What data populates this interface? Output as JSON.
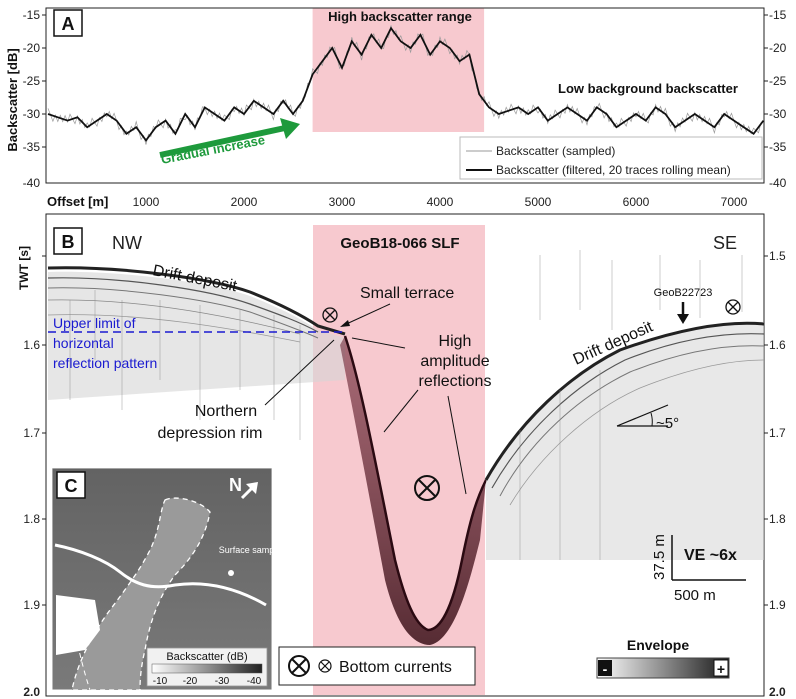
{
  "panel_a": {
    "letter": "A",
    "ylabel": "Backscatter [dB]",
    "y_ticks": [
      "-15",
      "-20",
      "-25",
      "-30",
      "-35",
      "-40"
    ],
    "high_range_label": "High backscatter range",
    "low_bg_label": "Low background backscatter",
    "gradual_label": "Gradual increase",
    "legend_sampled": "Backscatter (sampled)",
    "legend_filtered": "Backscatter (filtered, 20 traces rolling mean)",
    "colors": {
      "highlight": "#f7c9cf",
      "arrow": "#1e9a3c",
      "line": "#111111",
      "sampled": "#9a9a9a"
    }
  },
  "offset_axis": {
    "label": "Offset [m]",
    "ticks": [
      "1000",
      "2000",
      "3000",
      "4000",
      "5000",
      "6000",
      "7000"
    ]
  },
  "panel_b": {
    "letter": "B",
    "ylabel": "TWT [s]",
    "y_ticks": [
      "1.5",
      "1.6",
      "1.7",
      "1.8",
      "1.9",
      "2.0"
    ],
    "nw": "NW",
    "se": "SE",
    "title": "GeoB18-066 SLF",
    "drift_left": "Drift deposit",
    "drift_right": "Drift deposit",
    "small_terrace": "Small terrace",
    "high_amp_1": "High",
    "high_amp_2": "amplitude",
    "high_amp_3": "reflections",
    "upper_1": "Upper limit of",
    "upper_2": "horizontal",
    "upper_3": "reflection pattern",
    "rim_1": "Northern",
    "rim_2": "depression rim",
    "core": "GeoB22723",
    "angle": "~5°",
    "scale_v": "37.5 m",
    "scale_h": "500 m",
    "ve": "VE ~6x",
    "envelope": "Envelope",
    "env_minus": "-",
    "env_plus": "+",
    "bottom_currents": "Bottom currents",
    "colors": {
      "upper_limit": "#1a1ad0"
    }
  },
  "panel_c": {
    "letter": "C",
    "north": "N",
    "surface_sample": "Surface sample",
    "colorbar_title": "Backscatter (dB)",
    "colorbar_ticks": [
      "-10",
      "-20",
      "-30",
      "-40"
    ]
  },
  "chart_data": {
    "type": "line",
    "title": "",
    "xlabel": "Offset [m]",
    "ylabel": "Backscatter [dB]",
    "xlim": [
      0,
      7300
    ],
    "ylim": [
      -40,
      -15
    ],
    "grid": false,
    "legend": "bottom-right",
    "highlight_range": [
      2700,
      4450
    ],
    "series": [
      {
        "name": "Backscatter (filtered, 20 traces rolling mean)",
        "x": [
          0,
          100,
          200,
          300,
          400,
          500,
          600,
          700,
          800,
          900,
          1000,
          1100,
          1200,
          1300,
          1400,
          1500,
          1600,
          1700,
          1800,
          1900,
          2000,
          2100,
          2200,
          2300,
          2400,
          2500,
          2600,
          2700,
          2800,
          2900,
          3000,
          3100,
          3200,
          3300,
          3400,
          3500,
          3600,
          3700,
          3800,
          3900,
          4000,
          4100,
          4200,
          4300,
          4400,
          4500,
          4600,
          4700,
          4800,
          4900,
          5000,
          5100,
          5200,
          5300,
          5400,
          5500,
          5600,
          5700,
          5800,
          5900,
          6000,
          6100,
          6200,
          6300,
          6400,
          6500,
          6600,
          6700,
          6800,
          6900,
          7000,
          7100,
          7200,
          7300
        ],
        "values": [
          -30,
          -30.5,
          -31,
          -30.5,
          -32,
          -31,
          -30,
          -31,
          -33,
          -32,
          -34,
          -32,
          -31,
          -33,
          -30,
          -32,
          -29,
          -30,
          -31,
          -29,
          -30,
          -28,
          -29,
          -30,
          -28,
          -30,
          -28,
          -24,
          -22,
          -20,
          -23,
          -19,
          -21,
          -18,
          -20,
          -17,
          -19,
          -20,
          -18,
          -21,
          -19,
          -20,
          -22,
          -21,
          -27,
          -29,
          -30,
          -29.5,
          -29,
          -30,
          -29,
          -31,
          -30,
          -29,
          -30,
          -31,
          -29,
          -30,
          -32,
          -31,
          -30,
          -31,
          -29,
          -30,
          -32,
          -31,
          -30,
          -31,
          -32,
          -30,
          -31,
          -32,
          -33,
          -31
        ]
      }
    ]
  }
}
